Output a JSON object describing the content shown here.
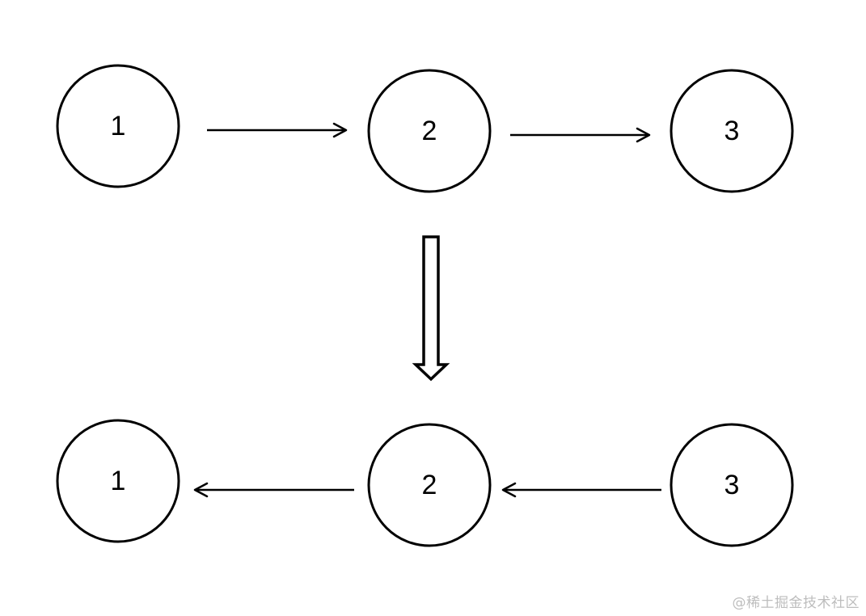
{
  "diagram": {
    "top_row": {
      "nodes": [
        "1",
        "2",
        "3"
      ]
    },
    "bottom_row": {
      "nodes": [
        "1",
        "2",
        "3"
      ]
    }
  },
  "watermark": "@稀土掘金技术社区"
}
